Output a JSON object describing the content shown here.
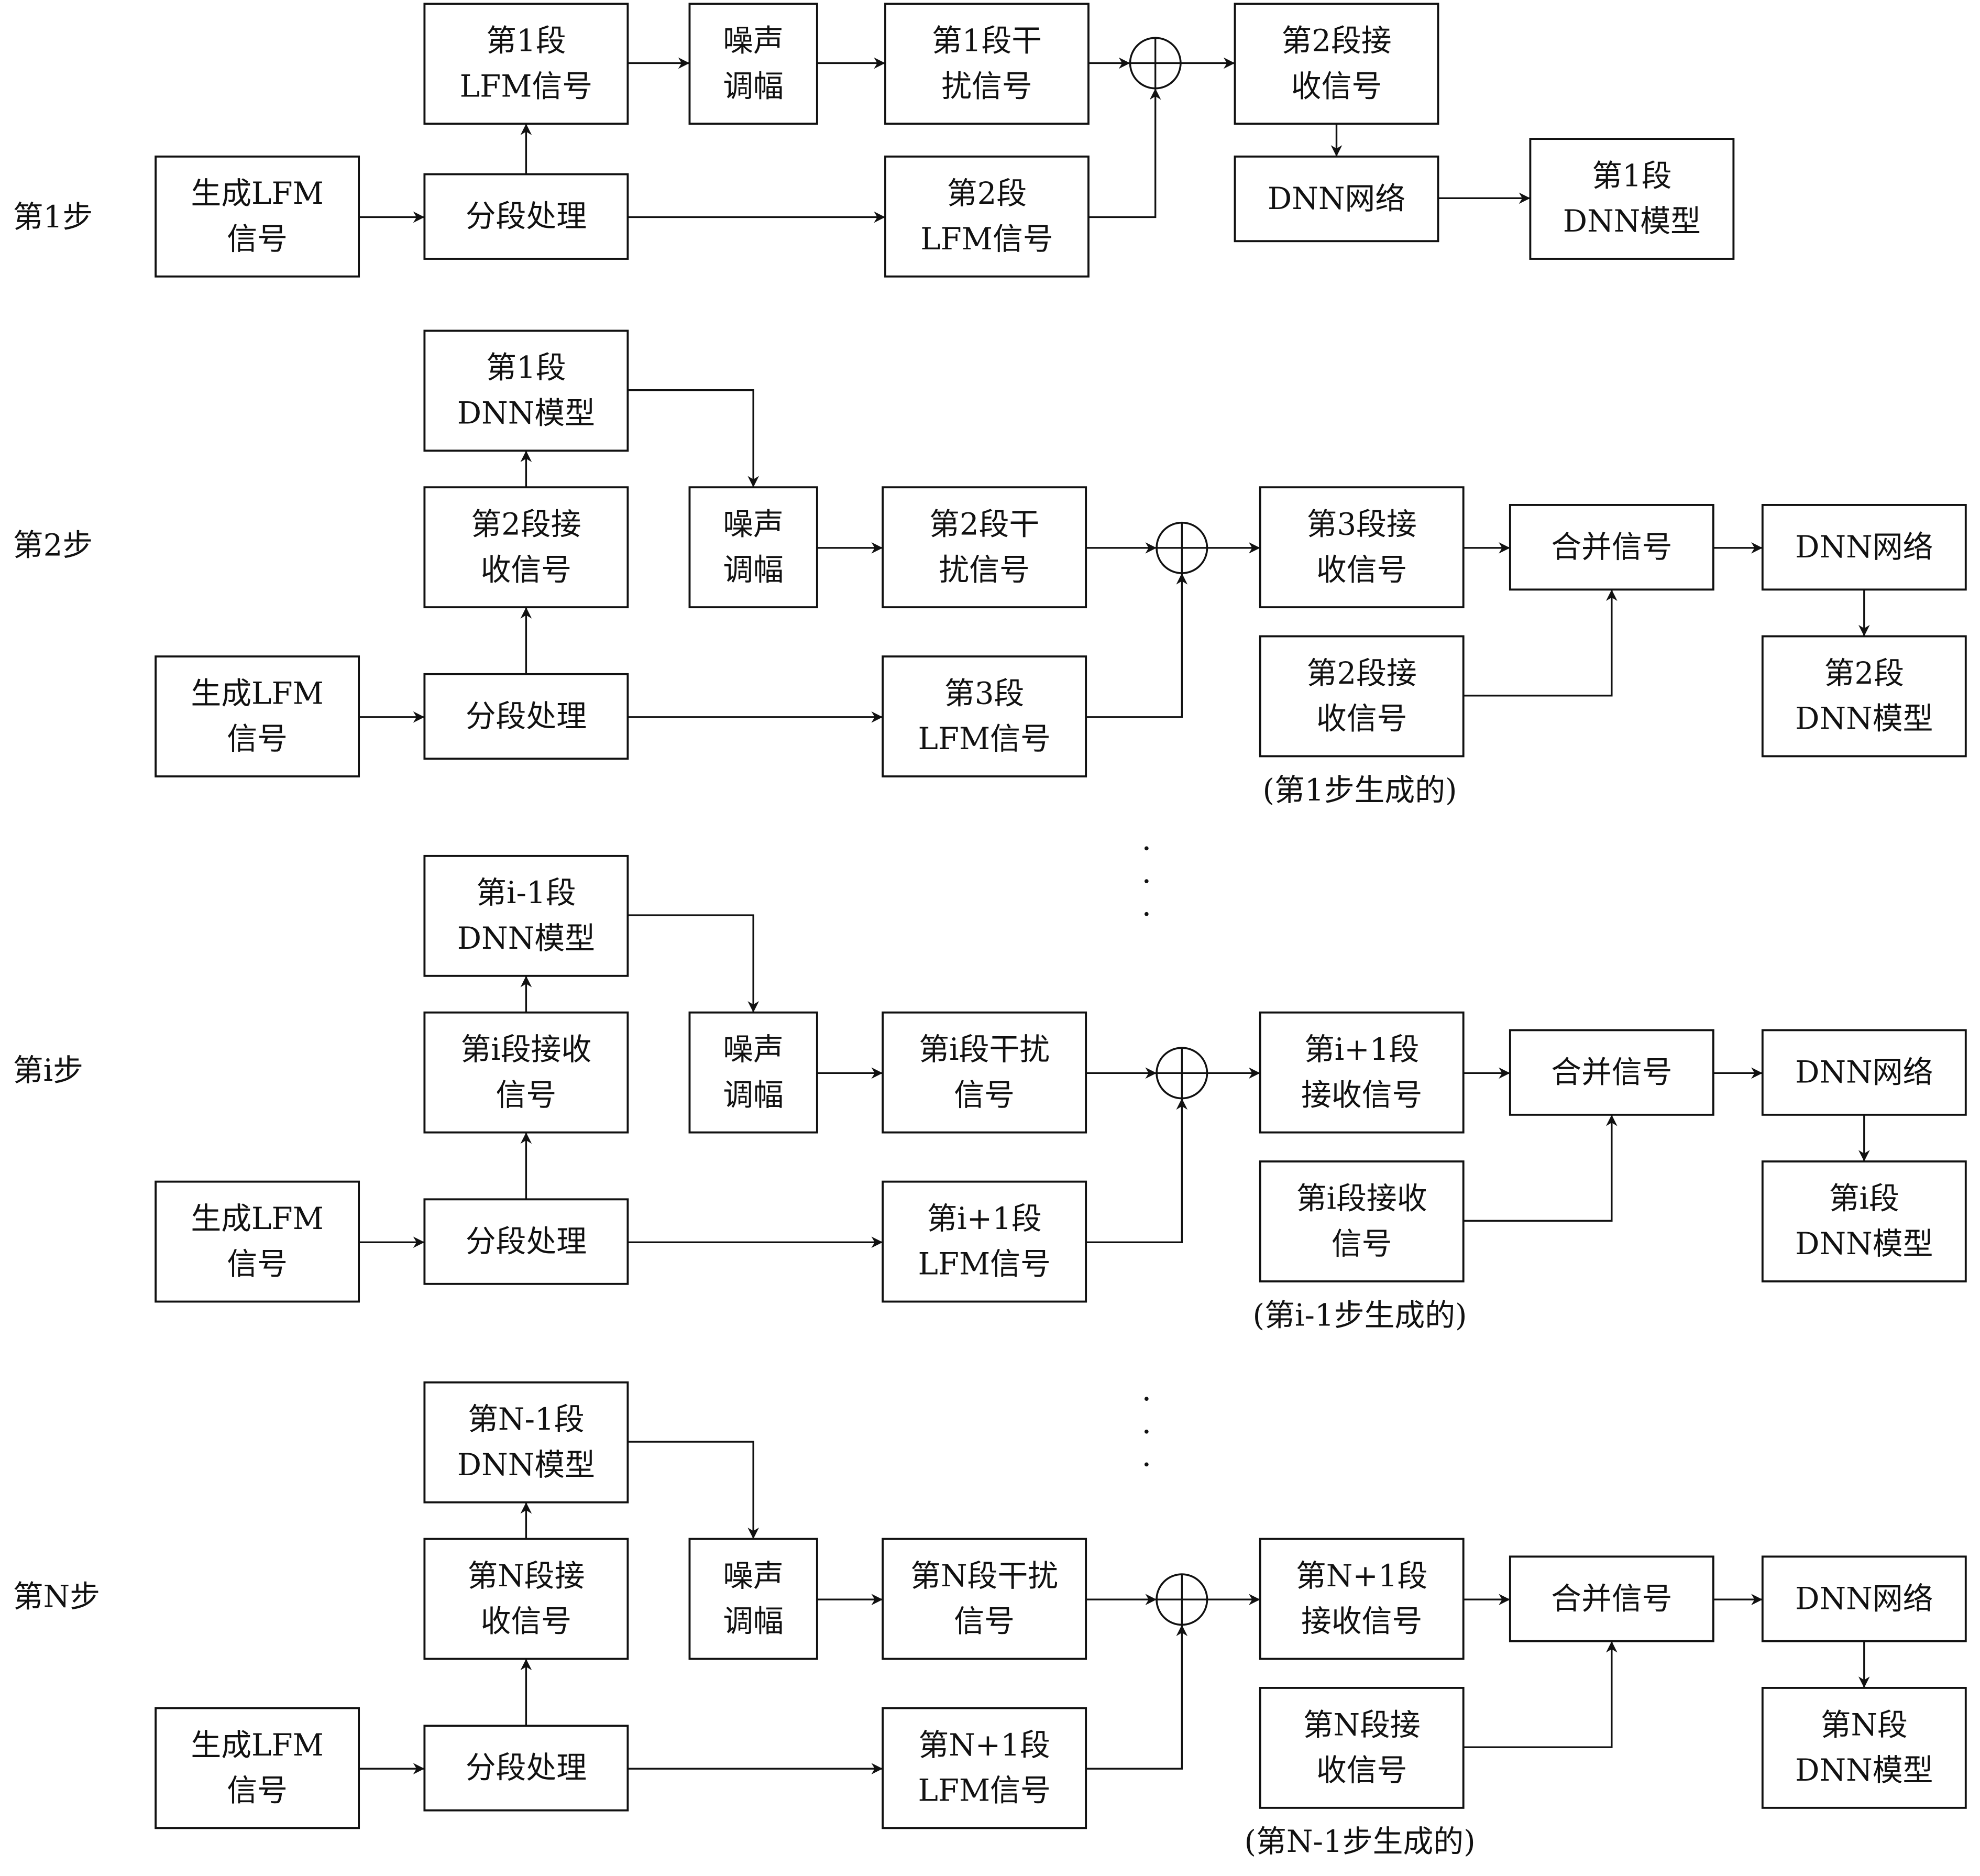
{
  "figure": {
    "type": "flowchart",
    "colors": {
      "stroke": "#111111",
      "background": "#ffffff"
    },
    "ellipsis": ".\n.\n.",
    "steps": [
      {
        "label": "第1步",
        "blocks": {
          "gen": [
            "生成LFM",
            "信号"
          ],
          "seg": [
            "分段处理"
          ],
          "seg_a": [
            "第1段",
            "LFM信号"
          ],
          "noise": [
            "噪声",
            "调幅"
          ],
          "jam": [
            "第1段干",
            "扰信号"
          ],
          "seg_b": [
            "第2段",
            "LFM信号"
          ],
          "recv": [
            "第2段接",
            "收信号"
          ],
          "dnn": [
            "DNN网络"
          ],
          "model": [
            "第1段",
            "DNN模型"
          ]
        }
      },
      {
        "label": "第2步",
        "blocks": {
          "model_prev": [
            "第1段",
            "DNN模型"
          ],
          "recv_cur": [
            "第2段接",
            "收信号"
          ],
          "gen": [
            "生成LFM",
            "信号"
          ],
          "seg": [
            "分段处理"
          ],
          "noise": [
            "噪声",
            "调幅"
          ],
          "jam": [
            "第2段干",
            "扰信号"
          ],
          "seg_next": [
            "第3段",
            "LFM信号"
          ],
          "recv_next": [
            "第3段接",
            "收信号"
          ],
          "recv_prev": [
            "第2段接",
            "收信号"
          ],
          "note": "(第1步生成的)",
          "merge": [
            "合并信号"
          ],
          "dnn": [
            "DNN网络"
          ],
          "model": [
            "第2段",
            "DNN模型"
          ]
        }
      },
      {
        "label": "第i步",
        "blocks": {
          "model_prev": [
            "第i-1段",
            "DNN模型"
          ],
          "recv_cur": [
            "第i段接收",
            "信号"
          ],
          "gen": [
            "生成LFM",
            "信号"
          ],
          "seg": [
            "分段处理"
          ],
          "noise": [
            "噪声",
            "调幅"
          ],
          "jam": [
            "第i段干扰",
            "信号"
          ],
          "seg_next": [
            "第i+1段",
            "LFM信号"
          ],
          "recv_next": [
            "第i+1段",
            "接收信号"
          ],
          "recv_prev": [
            "第i段接收",
            "信号"
          ],
          "note": "(第i-1步生成的)",
          "merge": [
            "合并信号"
          ],
          "dnn": [
            "DNN网络"
          ],
          "model": [
            "第i段",
            "DNN模型"
          ]
        }
      },
      {
        "label": "第N步",
        "blocks": {
          "model_prev": [
            "第N-1段",
            "DNN模型"
          ],
          "recv_cur": [
            "第N段接",
            "收信号"
          ],
          "gen": [
            "生成LFM",
            "信号"
          ],
          "seg": [
            "分段处理"
          ],
          "noise": [
            "噪声",
            "调幅"
          ],
          "jam": [
            "第N段干扰",
            "信号"
          ],
          "seg_next": [
            "第N+1段",
            "LFM信号"
          ],
          "recv_next": [
            "第N+1段",
            "接收信号"
          ],
          "recv_prev": [
            "第N段接",
            "收信号"
          ],
          "note": "(第N-1步生成的)",
          "merge": [
            "合并信号"
          ],
          "dnn": [
            "DNN网络"
          ],
          "model": [
            "第N段",
            "DNN模型"
          ]
        }
      }
    ]
  }
}
